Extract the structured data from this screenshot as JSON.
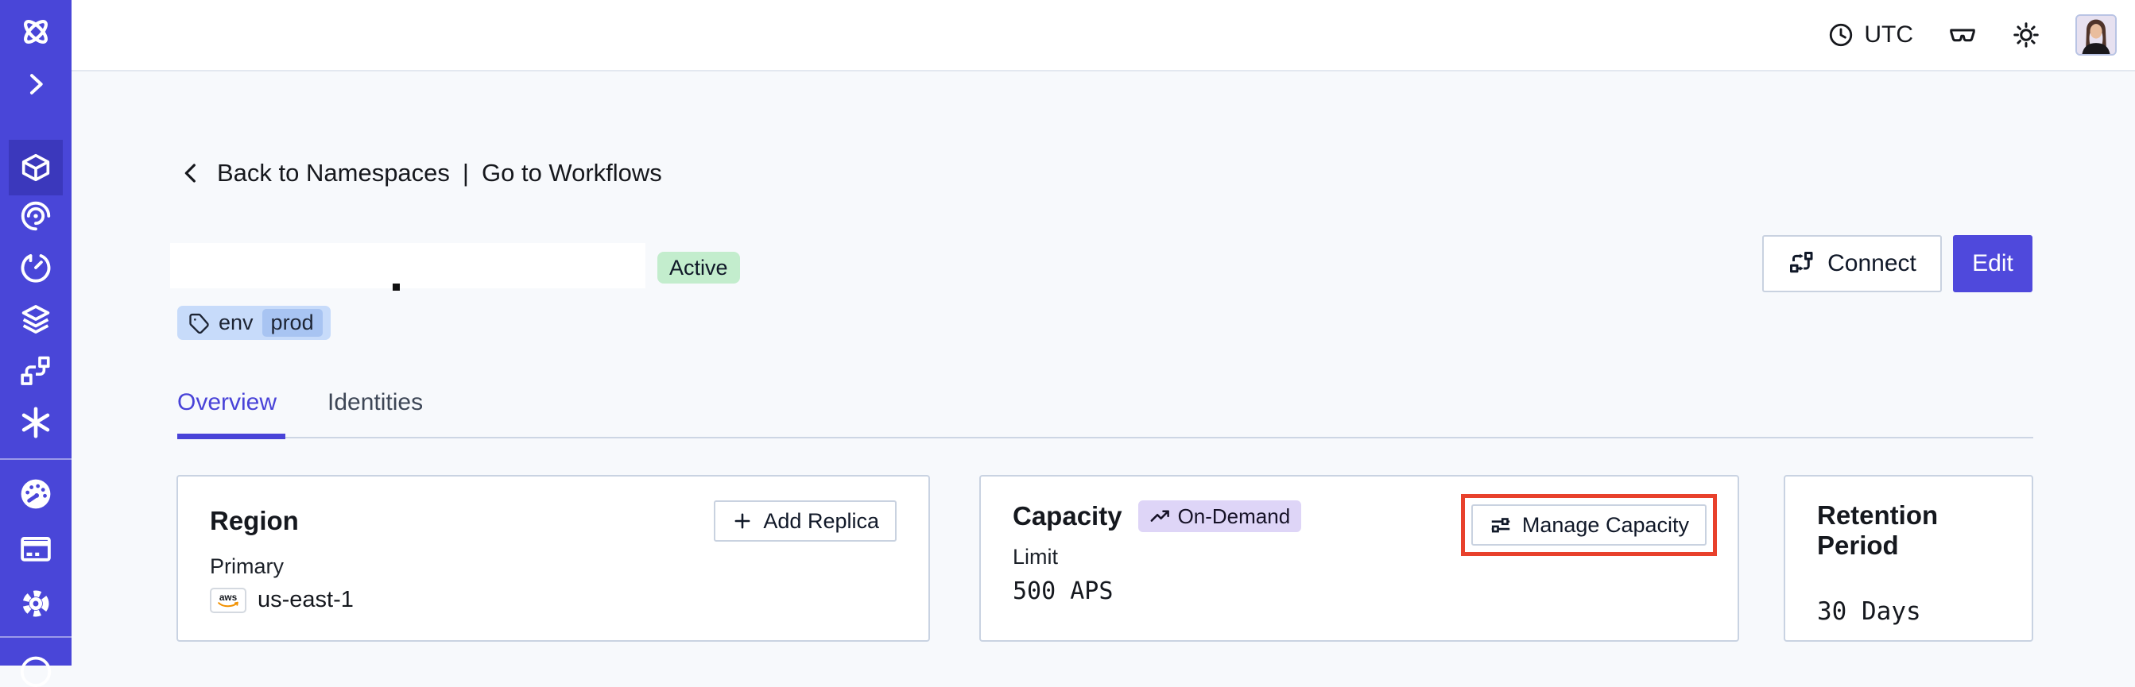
{
  "topbar": {
    "timezone": "UTC",
    "icons": [
      "clock-icon",
      "glasses-icon",
      "sun-icon",
      "avatar"
    ]
  },
  "breadcrumb": {
    "back": "Back to Namespaces",
    "separator": "|",
    "forward": "Go to Workflows"
  },
  "namespace": {
    "title_redacted": true,
    "status": "Active",
    "tag": {
      "key": "env",
      "value": "prod"
    },
    "actions": {
      "connect": "Connect",
      "edit": "Edit"
    }
  },
  "tabs": {
    "items": [
      {
        "label": "Overview",
        "active": true
      },
      {
        "label": "Identities",
        "active": false
      }
    ]
  },
  "cards": {
    "region": {
      "title": "Region",
      "add_replica": "Add Replica",
      "primary_label": "Primary",
      "provider": "aws",
      "value": "us-east-1"
    },
    "capacity": {
      "title": "Capacity",
      "badge": "On-Demand",
      "limit_label": "Limit",
      "value": "500 APS",
      "manage": "Manage Capacity",
      "manage_highlighted": true
    },
    "retention": {
      "title": "Retention Period",
      "value": "30 Days"
    }
  },
  "sidebar": {
    "icons": [
      "temporal-logo-icon",
      "chevron-right-icon",
      "namespaces-cube-icon",
      "workflows-spiral-icon",
      "schedules-clock-icon",
      "batch-layers-icon",
      "deployments-pipeline-icon",
      "nexus-asterisk-icon",
      "usage-speedometer-icon",
      "billing-card-icon",
      "settings-gear-icon",
      "profile-partial-icon"
    ],
    "active_item": "namespaces"
  },
  "colors": {
    "sidebar_bg": "#4946d8",
    "sidebar_active_bg": "#3b38bc",
    "accent_indigo": "#4943d8",
    "edit_button_bg": "#4f49dc",
    "status_badge_bg": "#c3edcd",
    "tag_bg": "#c7dbfa",
    "tag_inner_bg": "#a8c4f2",
    "on_demand_badge_bg": "#ded5f7",
    "highlight_red": "#e8412c",
    "page_bg": "#f7f9fc",
    "card_border": "#c9d3e2"
  }
}
